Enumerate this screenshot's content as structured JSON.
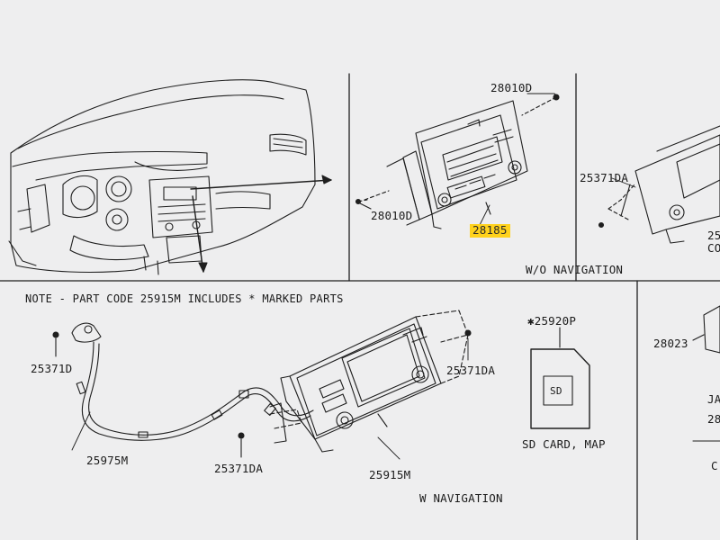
{
  "note": "NOTE - PART CODE 25915M INCLUDES * MARKED PARTS",
  "parts": {
    "p28010D_top": "28010D",
    "p28010D_left": "28010D",
    "p28185": "28185",
    "p25371DA_right": "25371DA",
    "p25371D": "25371D",
    "p25975M": "25975M",
    "p25371DA_bottom": "25371DA",
    "p25915M": "25915M",
    "p25371DA_mid": "25371DA",
    "p25920P": "✱25920P",
    "p28023": "28023",
    "cut_25": "25",
    "cut_CO": "CO",
    "cut_JA": "JA",
    "cut_28": "28",
    "cut_C": "C"
  },
  "captions": {
    "wo_nav": "W/O NAVIGATION",
    "w_nav": "W NAVIGATION",
    "sd_caption": "SD CARD, MAP",
    "sd_label": "SD"
  },
  "colors": {
    "highlight": "#ffd21c",
    "ink": "#1b1b1b",
    "background": "#eeeeef"
  }
}
